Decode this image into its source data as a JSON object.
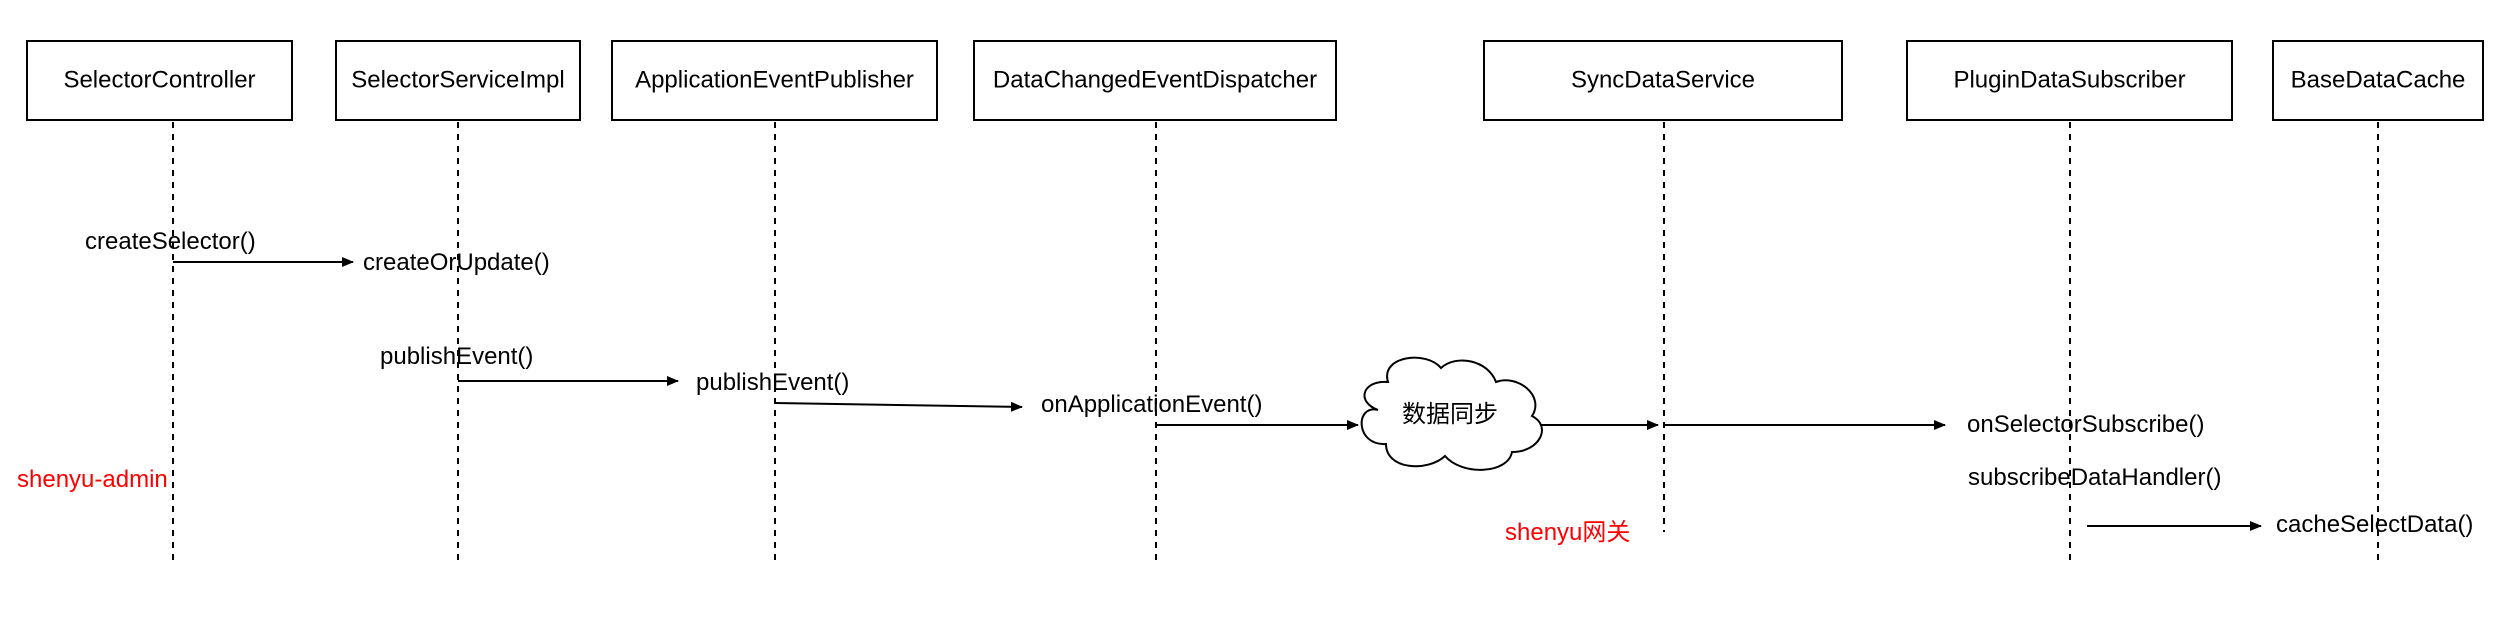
{
  "colors": {
    "line": "#000000",
    "region_label": "#ff0000",
    "background": "#ffffff"
  },
  "participants": [
    {
      "id": "selector-controller",
      "label": "SelectorController"
    },
    {
      "id": "selector-service-impl",
      "label": "SelectorServiceImpl"
    },
    {
      "id": "application-event-publisher",
      "label": "ApplicationEventPublisher"
    },
    {
      "id": "data-changed-event-dispatcher",
      "label": "DataChangedEventDispatcher"
    },
    {
      "id": "sync-data-service",
      "label": "SyncDataService"
    },
    {
      "id": "plugin-data-subscriber",
      "label": "PluginDataSubscriber"
    },
    {
      "id": "base-data-cache",
      "label": "BaseDataCache"
    }
  ],
  "messages": [
    {
      "id": "create-selector",
      "label": "createSelector()"
    },
    {
      "id": "create-or-update",
      "label": "createOrUpdate()"
    },
    {
      "id": "publish-event-1",
      "label": "publishEvent()"
    },
    {
      "id": "publish-event-2",
      "label": "publishEvent()"
    },
    {
      "id": "on-application-event",
      "label": "onApplicationEvent()"
    },
    {
      "id": "on-selector-subscribe",
      "label": "onSelectorSubscribe()"
    },
    {
      "id": "subscribe-data-handler",
      "label": "subscribeDataHandler()"
    },
    {
      "id": "cache-select-data",
      "label": "cacheSelectData()"
    }
  ],
  "cloud": {
    "label": "数据同步"
  },
  "regions": {
    "admin": "shenyu-admin",
    "gateway": "shenyu网关"
  }
}
